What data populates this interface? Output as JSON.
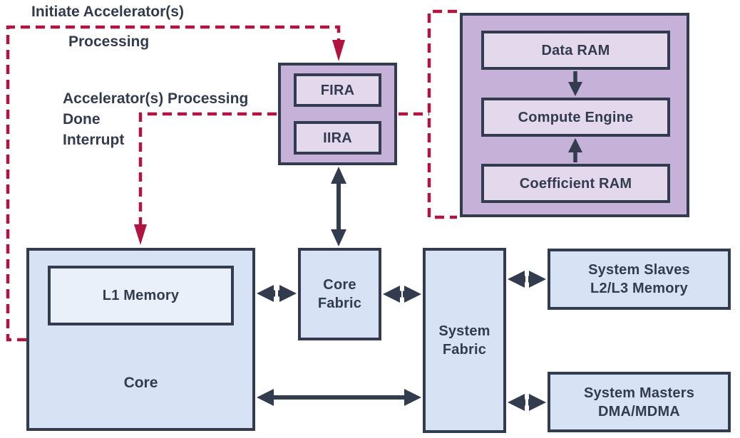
{
  "annotations": {
    "initiate_line1": "Initiate Accelerator(s)",
    "initiate_line2": "Processing",
    "done_line1": "Accelerator(s) Processing",
    "done_line2": "Done",
    "done_line3": "Interrupt"
  },
  "blocks": {
    "fira": "FIRA",
    "iira": "IIRA",
    "data_ram": "Data RAM",
    "compute_engine": "Compute Engine",
    "coefficient_ram": "Coefficient RAM",
    "l1_memory": "L1 Memory",
    "core": "Core",
    "core_fabric_line1": "Core",
    "core_fabric_line2": "Fabric",
    "system_fabric_line1": "System",
    "system_fabric_line2": "Fabric",
    "system_slaves_line1": "System Slaves",
    "system_slaves_line2": "L2/L3 Memory",
    "system_masters_line1": "System Masters",
    "system_masters_line2": "DMA/MDMA"
  },
  "colors": {
    "navy": "#333B4F",
    "crimson": "#B21442",
    "purple_outer_fill": "#C6B2D8",
    "purple_inner_fill": "#E4D8EC",
    "blue_fill": "#D7E3F4",
    "blue_inner_fill": "#E9F0F9",
    "background": "#FFFFFF"
  },
  "connections": [
    {
      "from": "initiate-annotation",
      "to": "accelerators-block",
      "style": "dashed-arrow",
      "color": "crimson"
    },
    {
      "from": "accelerators-block",
      "to": "core-block",
      "style": "dashed-arrow",
      "color": "crimson"
    },
    {
      "from": "accelerators-block",
      "to": "accelerator-detail-block",
      "style": "dashed-bracket",
      "color": "crimson"
    },
    {
      "from": "accelerators-block",
      "to": "core-fabric-block",
      "style": "double-arrow",
      "color": "navy"
    },
    {
      "from": "core-block",
      "to": "core-fabric-block",
      "style": "double-arrow",
      "color": "navy"
    },
    {
      "from": "core-fabric-block",
      "to": "system-fabric-block",
      "style": "double-arrow",
      "color": "navy"
    },
    {
      "from": "core-block",
      "to": "system-fabric-block",
      "style": "double-arrow",
      "color": "navy"
    },
    {
      "from": "system-fabric-block",
      "to": "system-slaves-block",
      "style": "double-arrow",
      "color": "navy"
    },
    {
      "from": "system-fabric-block",
      "to": "system-masters-block",
      "style": "double-arrow",
      "color": "navy"
    },
    {
      "from": "data-ram-box",
      "to": "compute-engine-box",
      "style": "arrow",
      "color": "navy"
    },
    {
      "from": "coefficient-ram-box",
      "to": "compute-engine-box",
      "style": "arrow",
      "color": "navy"
    }
  ]
}
